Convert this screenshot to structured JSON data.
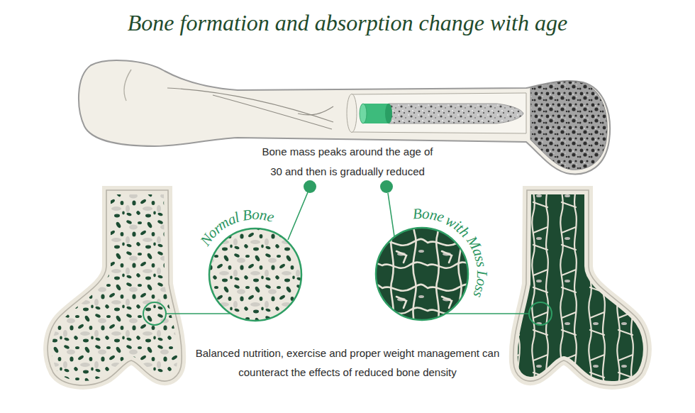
{
  "diagram": {
    "title": "Bone formation and absorption change with age",
    "nodes": [
      {
        "text": [
          "Normal Bone"
        ]
      },
      {
        "text": [
          "Bone with Mass Loss"
        ]
      }
    ],
    "labels": [
      "Bone mass peaks around the age of 30 and then is gradually reduced",
      "Balanced nutrition, exercise and proper weight management can counteract the effects of reduced bone density"
    ]
  }
}
